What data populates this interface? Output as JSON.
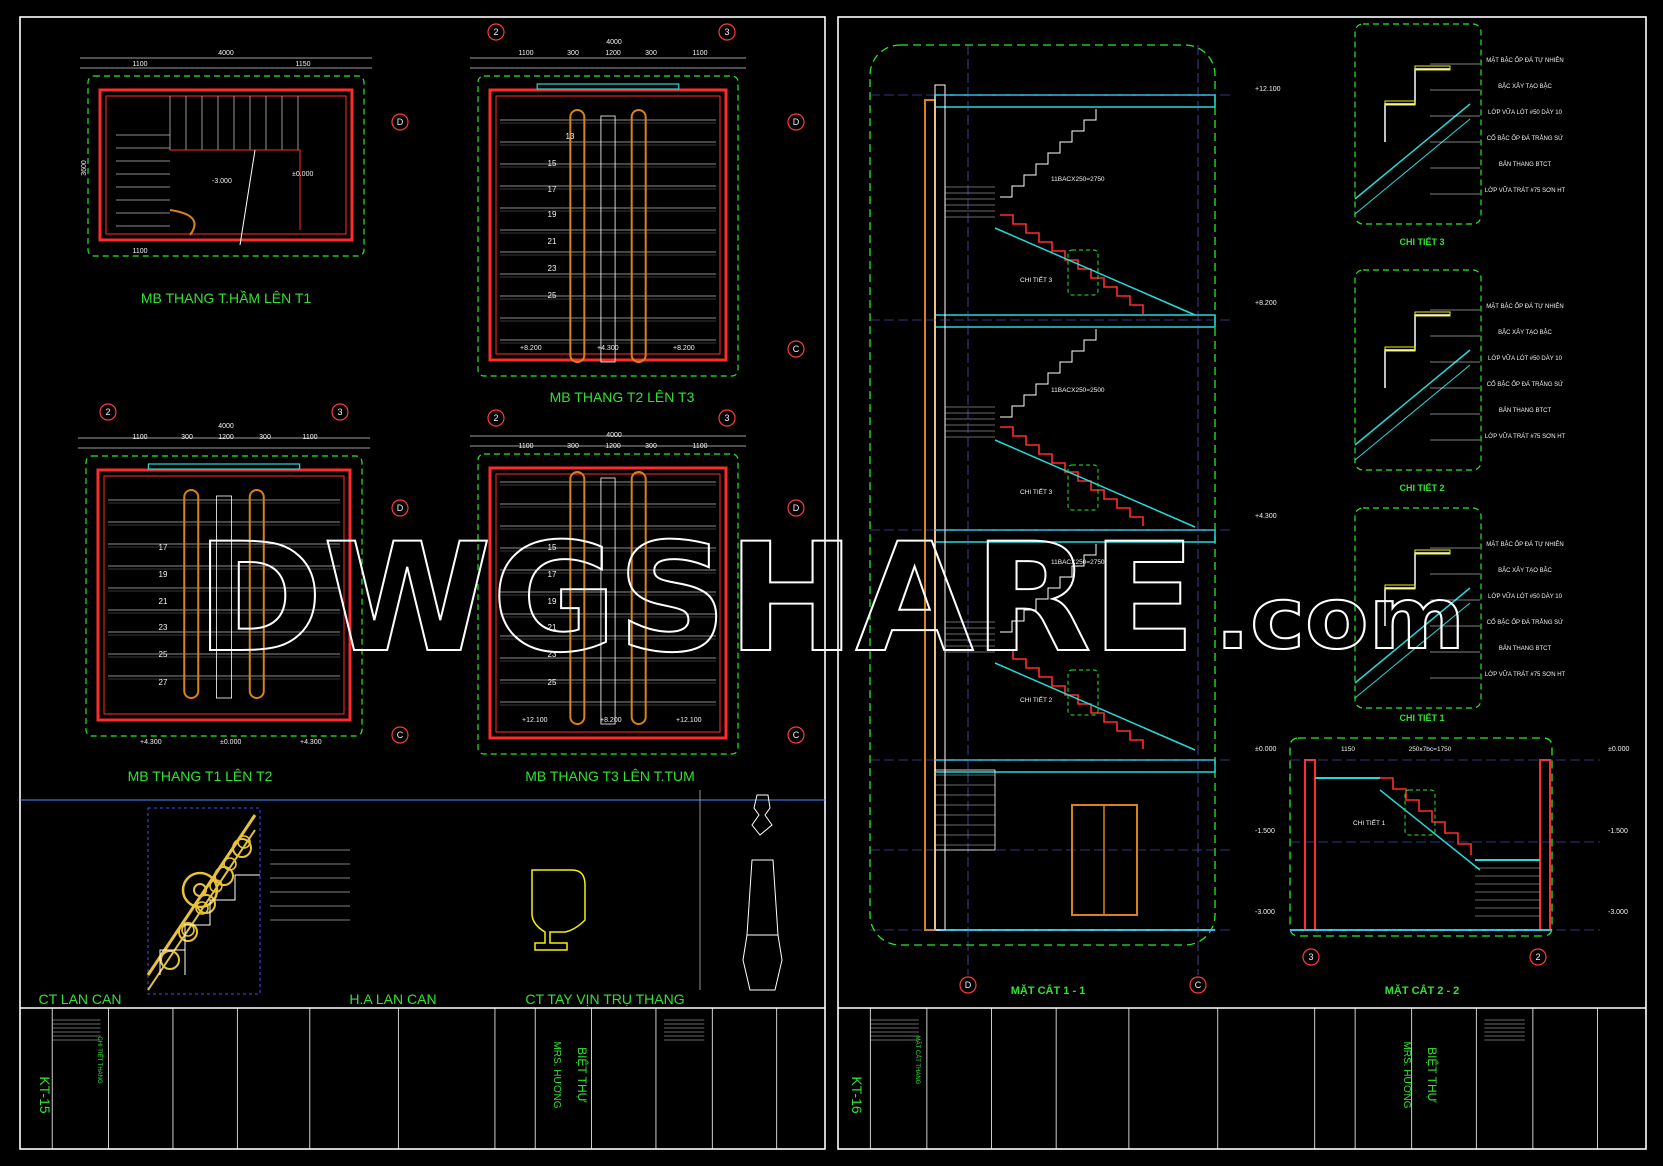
{
  "colors": {
    "background": "#000000",
    "frame": "#ffffff",
    "wall": "#ff2b2b",
    "dash": "#27e927",
    "cyan": "#27d8d8",
    "yellow": "#f2f20a",
    "orange": "#d8821a",
    "gold": "#e8c23a",
    "grid": "#6a6aff"
  },
  "watermark": {
    "text": "DWGSHARE",
    "suffix": ".com"
  },
  "sheet_left": {
    "plans": [
      {
        "title": "MB THANG T.HẦM LÊN T1",
        "levels": [
          "-3.000",
          "±0.000"
        ],
        "dims": [
          "4000",
          "1100",
          "1150",
          "1100",
          "3600"
        ]
      },
      {
        "title": "MB THANG T2 LÊN T3",
        "levels": [
          "+8.200",
          "+4.300",
          "+8.200"
        ],
        "dims": [
          "4000",
          "1100",
          "300",
          "1200",
          "300",
          "1100"
        ]
      },
      {
        "title": "MB THANG T1 LÊN T2",
        "levels": [
          "+4.300",
          "±0.000",
          "+4.300"
        ],
        "dims": [
          "4000",
          "1100",
          "300",
          "1200",
          "300",
          "1100"
        ]
      },
      {
        "title": "MB THANG T3 LÊN T.TUM",
        "levels": [
          "+12.100",
          "+8.200",
          "+12.100"
        ],
        "dims": [
          "4000",
          "1100",
          "300",
          "1200",
          "300",
          "1100"
        ]
      }
    ],
    "step_numbers": [
      "13",
      "15",
      "17",
      "19",
      "21",
      "23",
      "25",
      "27"
    ],
    "axes": [
      "D",
      "C",
      "2",
      "3"
    ],
    "details": {
      "railing_title": "CT LAN CAN",
      "railing_elevation_title": "H.A LAN CAN",
      "handrail_title": "CT TAY VỊN  TRỤ THANG"
    },
    "title_block": {
      "sheet_no": "KT-15",
      "project": "BIỆT THỰ",
      "owner": "MRS. HƯƠNG",
      "content": "CHI TIẾT THANG"
    }
  },
  "sheet_right": {
    "section1": {
      "title": "MẶT CẮT 1 - 1",
      "levels": [
        "+12.100",
        "+8.200",
        "+4.300",
        "±0.000",
        "-1.500",
        "-3.000"
      ],
      "run_labels": [
        "11BACX250=2750",
        "11BACX250=2500",
        "11BACX250=2750"
      ],
      "detail_refs": [
        "CHI TIẾT 3",
        "CHI TIẾT 3",
        "CHI TIẾT 2"
      ],
      "axes": [
        "D",
        "C"
      ]
    },
    "section2": {
      "title": "MẶT CẮT 2 - 2",
      "levels": [
        "±0.000",
        "-1.500",
        "-3.000"
      ],
      "dims": [
        "1150",
        "250x7bc=1750"
      ],
      "detail_ref": "CHI TIẾT 1",
      "axes": [
        "3",
        "2"
      ]
    },
    "details": [
      {
        "title": "CHI TIẾT 3",
        "layers": [
          "MẶT BẬC ỐP ĐÁ TỰ NHIÊN",
          "BẬC XÂY TẠO BẬC",
          "LỚP VỮA LÓT #50 DÀY 10",
          "CỔ BẬC ỐP ĐÁ TRẮNG SỨ",
          "BẢN THANG BTCT",
          "LỚP VỮA TRÁT #75 SƠN HT"
        ]
      },
      {
        "title": "CHI TIẾT 2",
        "layers": [
          "MẶT BẬC ỐP ĐÁ TỰ NHIÊN",
          "BẬC XÂY TẠO BẬC",
          "LỚP VỮA LÓT #50 DÀY 10",
          "CỔ BẬC ỐP ĐÁ TRẮNG SỨ",
          "BẢN THANG BTCT",
          "LỚP VỮA TRÁT #75 SƠN HT"
        ]
      },
      {
        "title": "CHI TIẾT 1",
        "layers": [
          "MẶT BẬC ỐP ĐÁ TỰ NHIÊN",
          "BẬC XÂY TẠO BẬC",
          "LỚP VỮA LÓT #50 DÀY 10",
          "CỔ BẬC ỐP ĐÁ TRẮNG SỨ",
          "BẢN THANG BTCT",
          "LỚP VỮA TRÁT #75 SƠN HT"
        ]
      }
    ],
    "title_block": {
      "sheet_no": "KT-16",
      "project": "BIỆT THỰ",
      "owner": "MRS. HƯƠNG",
      "content": "MẶT CẮT THANG"
    }
  }
}
